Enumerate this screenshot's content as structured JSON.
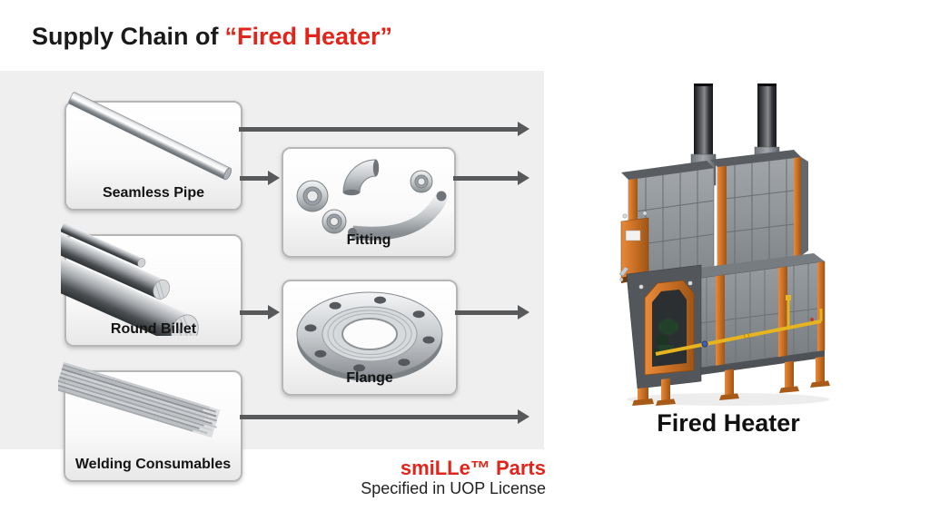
{
  "slide": {
    "title": {
      "black": "Supply Chain of",
      "red": "“Fired Heater”"
    }
  },
  "supply_chain": {
    "boxes": [
      {
        "label": "Seamless Pipe"
      },
      {
        "label": "Fitting"
      },
      {
        "label": "Round Billet"
      },
      {
        "label": "Flange"
      },
      {
        "label": "Welding Consumables"
      }
    ]
  },
  "product": {
    "label": "Fired Heater"
  },
  "footer": {
    "brand": "smiLLe™ Parts",
    "note": "Specified in UOP License"
  },
  "colors": {
    "accent_red": "#e1251b",
    "arrow_gray": "#58595b",
    "panel_gray": "#efefef",
    "heater_orange": "#c86f24"
  }
}
